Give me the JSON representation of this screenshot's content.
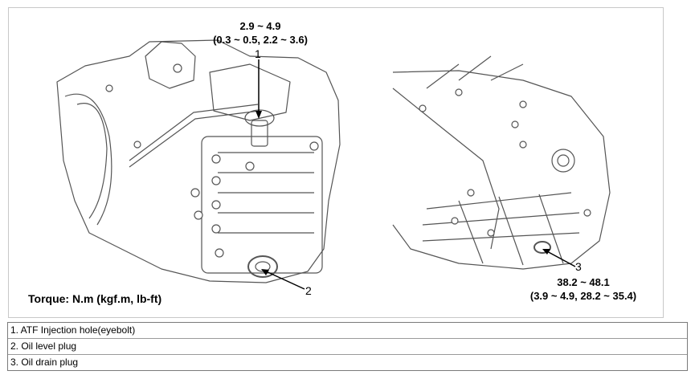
{
  "specs": {
    "injection_hole": {
      "line1": "2.9 ~ 4.9",
      "line2": "(0.3 ~ 0.5, 2.2 ~ 3.6)"
    },
    "drain_plug": {
      "line1": "38.2 ~ 48.1",
      "line2": "(3.9 ~ 4.9, 28.2 ~ 35.4)"
    }
  },
  "callouts": {
    "one": "1",
    "two": "2",
    "three": "3"
  },
  "torque_note": "Torque: N.m (kgf.m, lb-ft)",
  "legend": [
    "1. ATF Injection hole(eyebolt)",
    "2. Oil level plug",
    "3. Oil drain plug"
  ]
}
